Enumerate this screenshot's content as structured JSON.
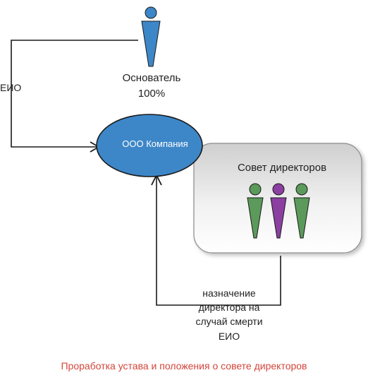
{
  "founder": {
    "name": "Основатель",
    "share": "100%"
  },
  "edge_label_left": "ЕИО",
  "company": {
    "label": "ООО Компания",
    "fill": "#3d87c8"
  },
  "board": {
    "title": "Совет директоров",
    "members": [
      {
        "color": "#5b9a5a"
      },
      {
        "color": "#8b3fa0"
      },
      {
        "color": "#5b9a5a"
      }
    ]
  },
  "appointment_label": [
    "назначение",
    "директора на",
    "случай смерти",
    "ЕИО"
  ],
  "caption": "Проработка устава и положения о совете директоров",
  "colors": {
    "person_blue": "#3d87c8",
    "caption_red": "#d3453a",
    "line": "#1a1a1a"
  }
}
